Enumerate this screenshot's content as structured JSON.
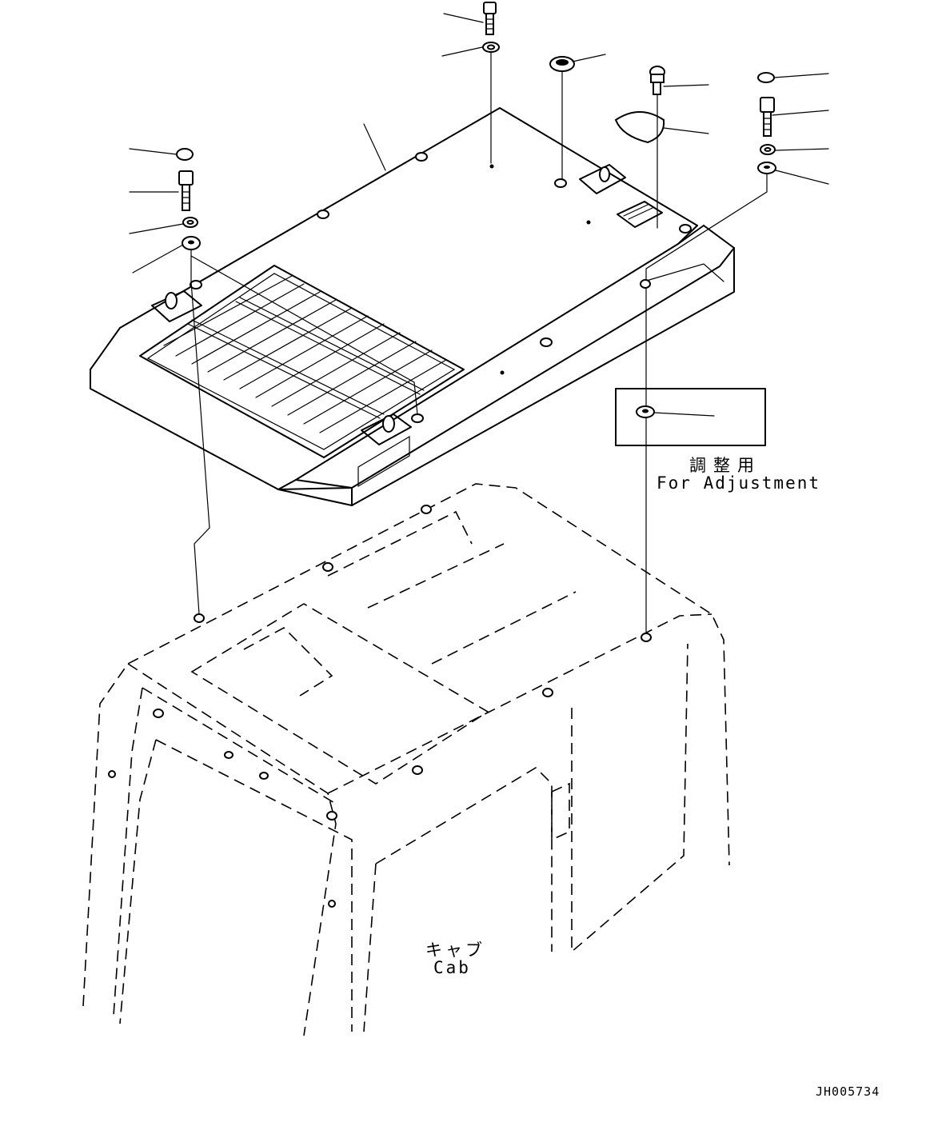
{
  "labels": {
    "adjustment_jp": "調整用",
    "adjustment_en": "For Adjustment",
    "cab_jp": "キャブ",
    "cab_en": "Cab",
    "drawing_code": "JH005734"
  },
  "icons": [
    "bolt-icon",
    "washer-icon",
    "cap-icon",
    "grommet-icon",
    "cover-plate-icon"
  ]
}
